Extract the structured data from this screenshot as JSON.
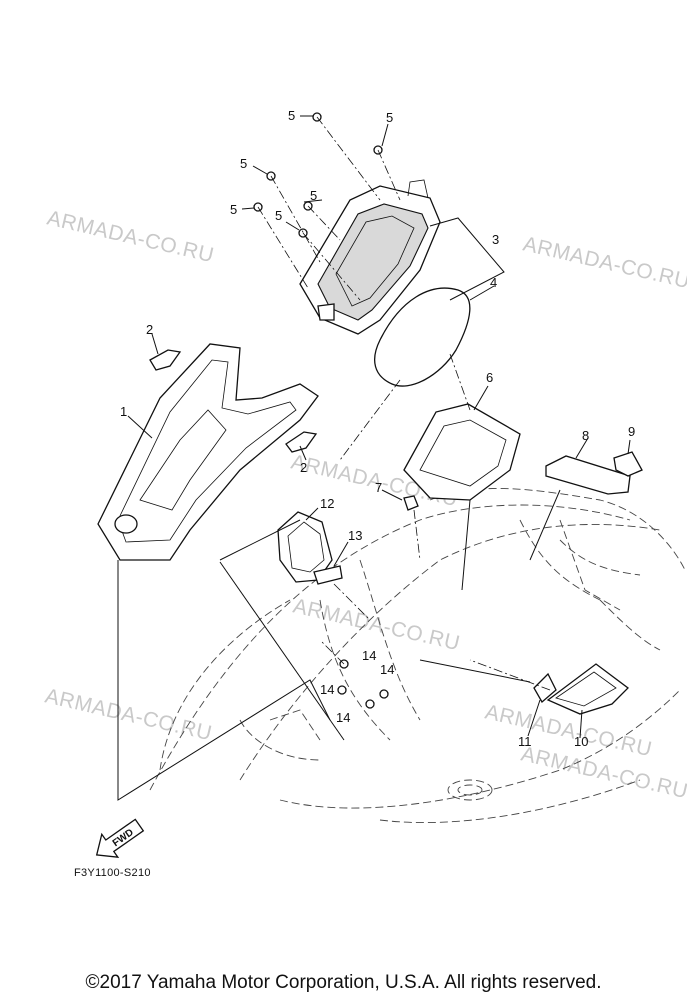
{
  "watermarks": [
    "ARMADA-CO.RU",
    "ARMADA-CO.RU",
    "ARMADA-CO.RU",
    "ARMADA-CO.RU",
    "ARMADA-CO.RU",
    "ARMADA-CO.RU",
    "ARMADA-CO.RU"
  ],
  "part_numbers": {
    "p1": "1",
    "p2a": "2",
    "p2b": "2",
    "p3": "3",
    "p4": "4",
    "p5a": "5",
    "p5b": "5",
    "p5c": "5",
    "p5d": "5",
    "p5e": "5",
    "p5f": "5",
    "p6": "6",
    "p7": "7",
    "p8": "8",
    "p9": "9",
    "p10": "10",
    "p11": "11",
    "p12": "12",
    "p13": "13",
    "p14a": "14",
    "p14b": "14",
    "p14c": "14",
    "p14d": "14"
  },
  "fwd_label": "FWD",
  "diagram_code": "F3Y1100-S210",
  "copyright": "©2017 Yamaha Motor Corporation, U.S.A. All rights reserved."
}
